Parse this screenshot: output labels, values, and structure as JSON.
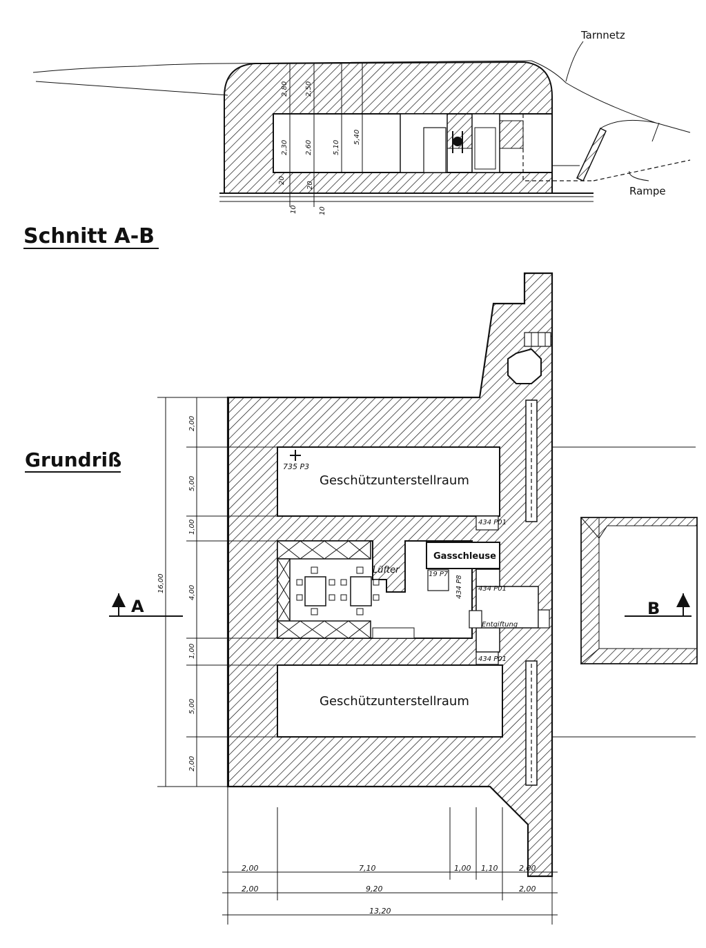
{
  "section": {
    "title": "Schnitt A-B",
    "label_tarnnetz": "Tarnnetz",
    "label_rampe": "Rampe",
    "dims": {
      "d1": "2,30",
      "d2": "2,60",
      "d3": "5,10",
      "d4": "5,40",
      "top1": "2,80",
      "top2": "2,50",
      "b1": "20",
      "b2": "20",
      "b3": "10",
      "b4": "10"
    }
  },
  "plan": {
    "title": "Grundriß",
    "room_top": "Geschützunterstellraum",
    "room_bottom": "Geschützunterstellraum",
    "marker": "735 P3",
    "luefter": "Lüfter",
    "gasschleuse": "Gasschleuse",
    "entgiftung": "Entgiftung",
    "door1": "434 P01",
    "door2": "434 P01",
    "door3": "434 P01",
    "door4": "19 P7",
    "door5": "434 P8",
    "cut_a": "A",
    "cut_b": "B",
    "vdims": {
      "total": "16,00",
      "v1": "2,00",
      "v2": "5,00",
      "v3": "1,00",
      "v4": "4,00",
      "v5": "1,00",
      "v6": "5,00",
      "v7": "2,00"
    },
    "hdims": {
      "r1a": "2,00",
      "r1b": "7,10",
      "r1c": "1,00",
      "r1d": "1,10",
      "r1e": "2,00",
      "r2a": "2,00",
      "r2b": "9,20",
      "r2c": "2,00",
      "r3": "13,20"
    }
  }
}
